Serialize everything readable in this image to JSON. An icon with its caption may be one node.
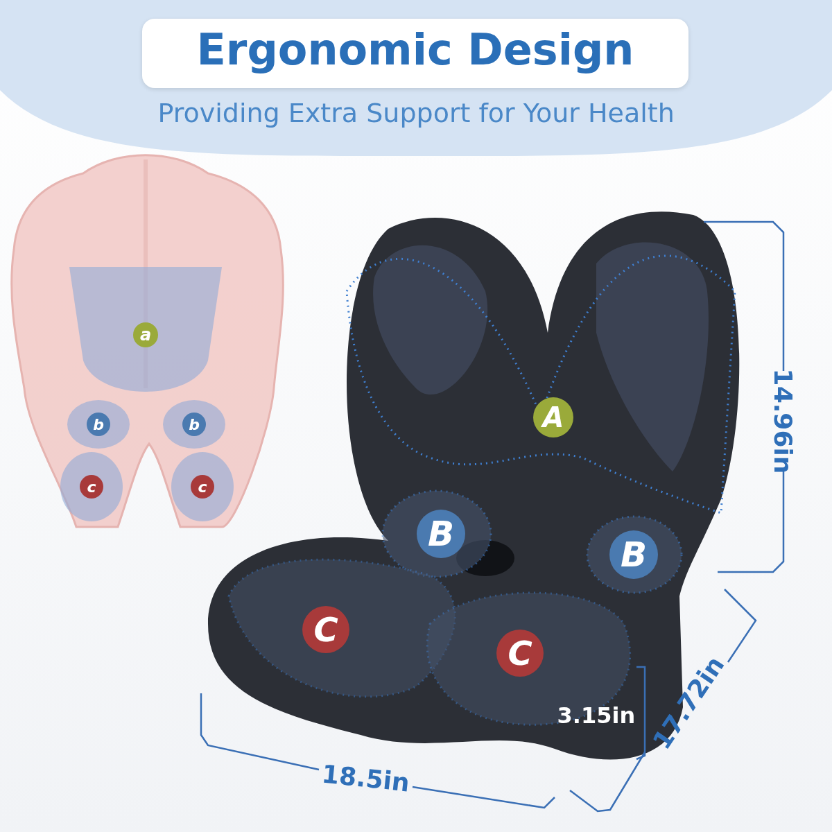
{
  "diagram": {
    "title": "Ergonomic Design",
    "nodes": [
      {
        "text": [
          "a"
        ]
      },
      {
        "text": [
          "b"
        ]
      },
      {
        "text": [
          "b"
        ]
      },
      {
        "text": [
          "c"
        ]
      },
      {
        "text": [
          "c"
        ]
      },
      {
        "text": [
          "A"
        ]
      },
      {
        "text": [
          "B"
        ]
      },
      {
        "text": [
          "B"
        ]
      },
      {
        "text": [
          "C"
        ]
      },
      {
        "text": [
          "C"
        ]
      }
    ],
    "labels": [
      "Providing Extra Support for Your Health",
      "14.96in",
      "3.15in",
      "17.72in",
      "18.5in"
    ]
  }
}
